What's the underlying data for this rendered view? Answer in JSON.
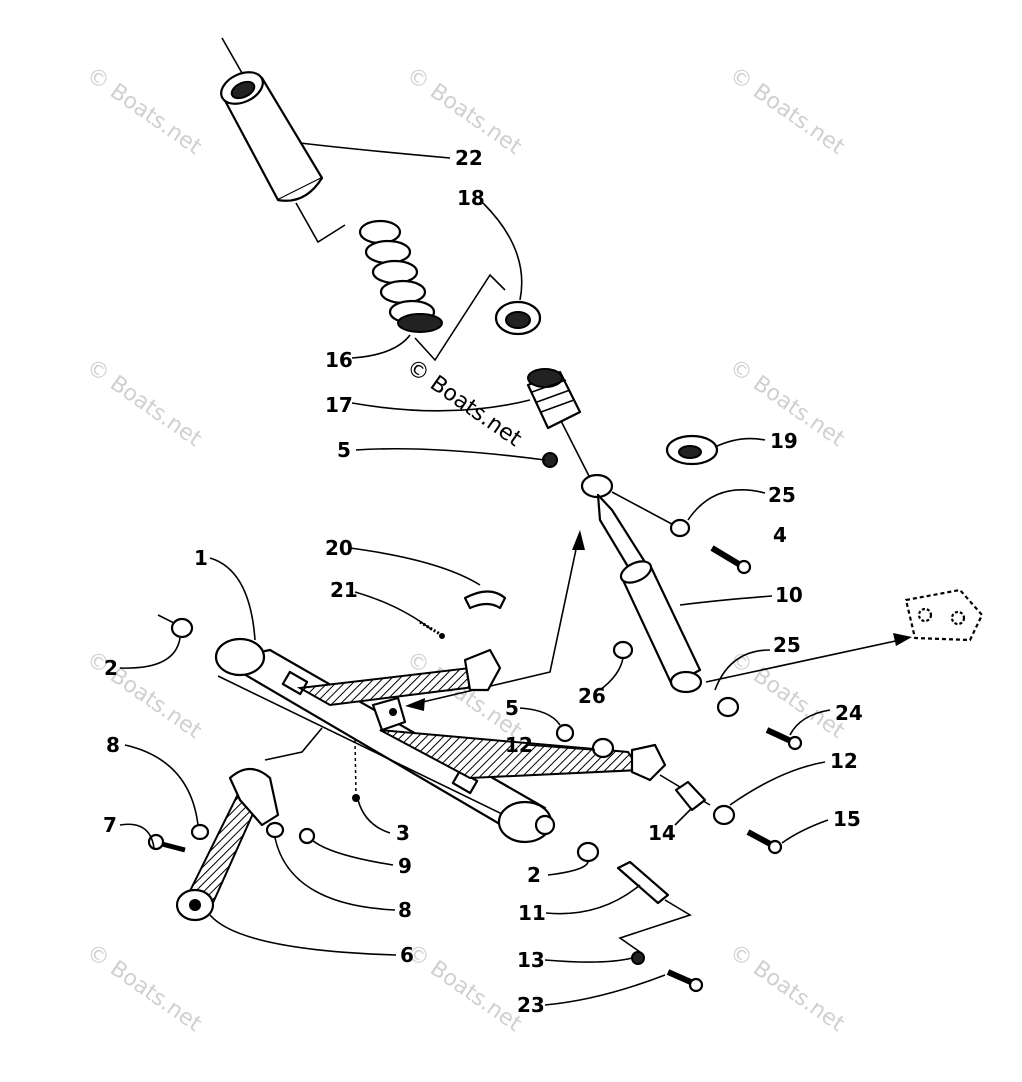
{
  "watermark": "© Boats.net",
  "callouts": [
    {
      "id": "c1",
      "text": "1"
    },
    {
      "id": "c2a",
      "text": "2"
    },
    {
      "id": "c2b",
      "text": "2"
    },
    {
      "id": "c3",
      "text": "3"
    },
    {
      "id": "c4",
      "text": "4"
    },
    {
      "id": "c5a",
      "text": "5"
    },
    {
      "id": "c5b",
      "text": "5"
    },
    {
      "id": "c6",
      "text": "6"
    },
    {
      "id": "c7",
      "text": "7"
    },
    {
      "id": "c8a",
      "text": "8"
    },
    {
      "id": "c8b",
      "text": "8"
    },
    {
      "id": "c9",
      "text": "9"
    },
    {
      "id": "c10",
      "text": "10"
    },
    {
      "id": "c11",
      "text": "11"
    },
    {
      "id": "c12a",
      "text": "12"
    },
    {
      "id": "c12b",
      "text": "12"
    },
    {
      "id": "c13",
      "text": "13"
    },
    {
      "id": "c14",
      "text": "14"
    },
    {
      "id": "c15",
      "text": "15"
    },
    {
      "id": "c16",
      "text": "16"
    },
    {
      "id": "c17",
      "text": "17"
    },
    {
      "id": "c18",
      "text": "18"
    },
    {
      "id": "c19",
      "text": "19"
    },
    {
      "id": "c20",
      "text": "20"
    },
    {
      "id": "c21",
      "text": "21"
    },
    {
      "id": "c22",
      "text": "22"
    },
    {
      "id": "c23",
      "text": "23"
    },
    {
      "id": "c24",
      "text": "24"
    },
    {
      "id": "c25a",
      "text": "25"
    },
    {
      "id": "c25b",
      "text": "25"
    },
    {
      "id": "c26",
      "text": "26"
    }
  ]
}
